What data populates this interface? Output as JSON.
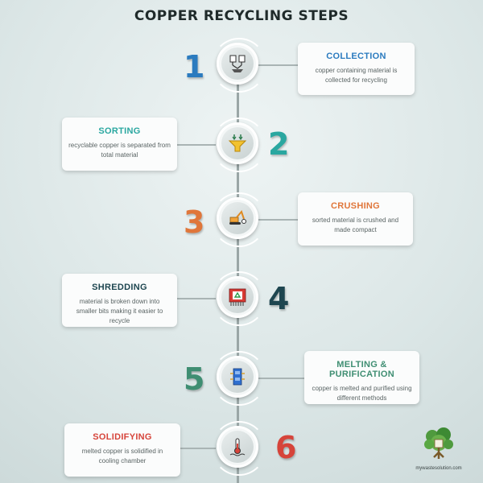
{
  "title": "COPPER RECYCLING STEPS",
  "steps": [
    {
      "number": "1",
      "heading": "COLLECTION",
      "description": "copper containing material is collected for recycling",
      "color": "#2b7bbf",
      "icon": "collection-icon"
    },
    {
      "number": "2",
      "heading": "SORTING",
      "description": "recyclable copper is separated from total material",
      "color": "#2aa7a0",
      "icon": "funnel-icon"
    },
    {
      "number": "3",
      "heading": "CRUSHING",
      "description": "sorted material is crushed and made compact",
      "color": "#e0763a",
      "icon": "crusher-icon"
    },
    {
      "number": "4",
      "heading": "SHREDDING",
      "description": "material is broken down into smaller bits making it easier to recycle",
      "color": "#1e4650",
      "icon": "shredder-icon"
    },
    {
      "number": "5",
      "heading": "MELTING & PURIFICATION",
      "description": "copper is melted and purified using different methods",
      "color": "#3f8e72",
      "icon": "furnace-icon"
    },
    {
      "number": "6",
      "heading": "SOLIDIFYING",
      "description": "melted copper is solidified in cooling chamber",
      "color": "#d6443a",
      "icon": "thermometer-icon"
    }
  ],
  "logo": {
    "caption": "mywastesolution.com",
    "icon": "tree-logo-icon"
  }
}
